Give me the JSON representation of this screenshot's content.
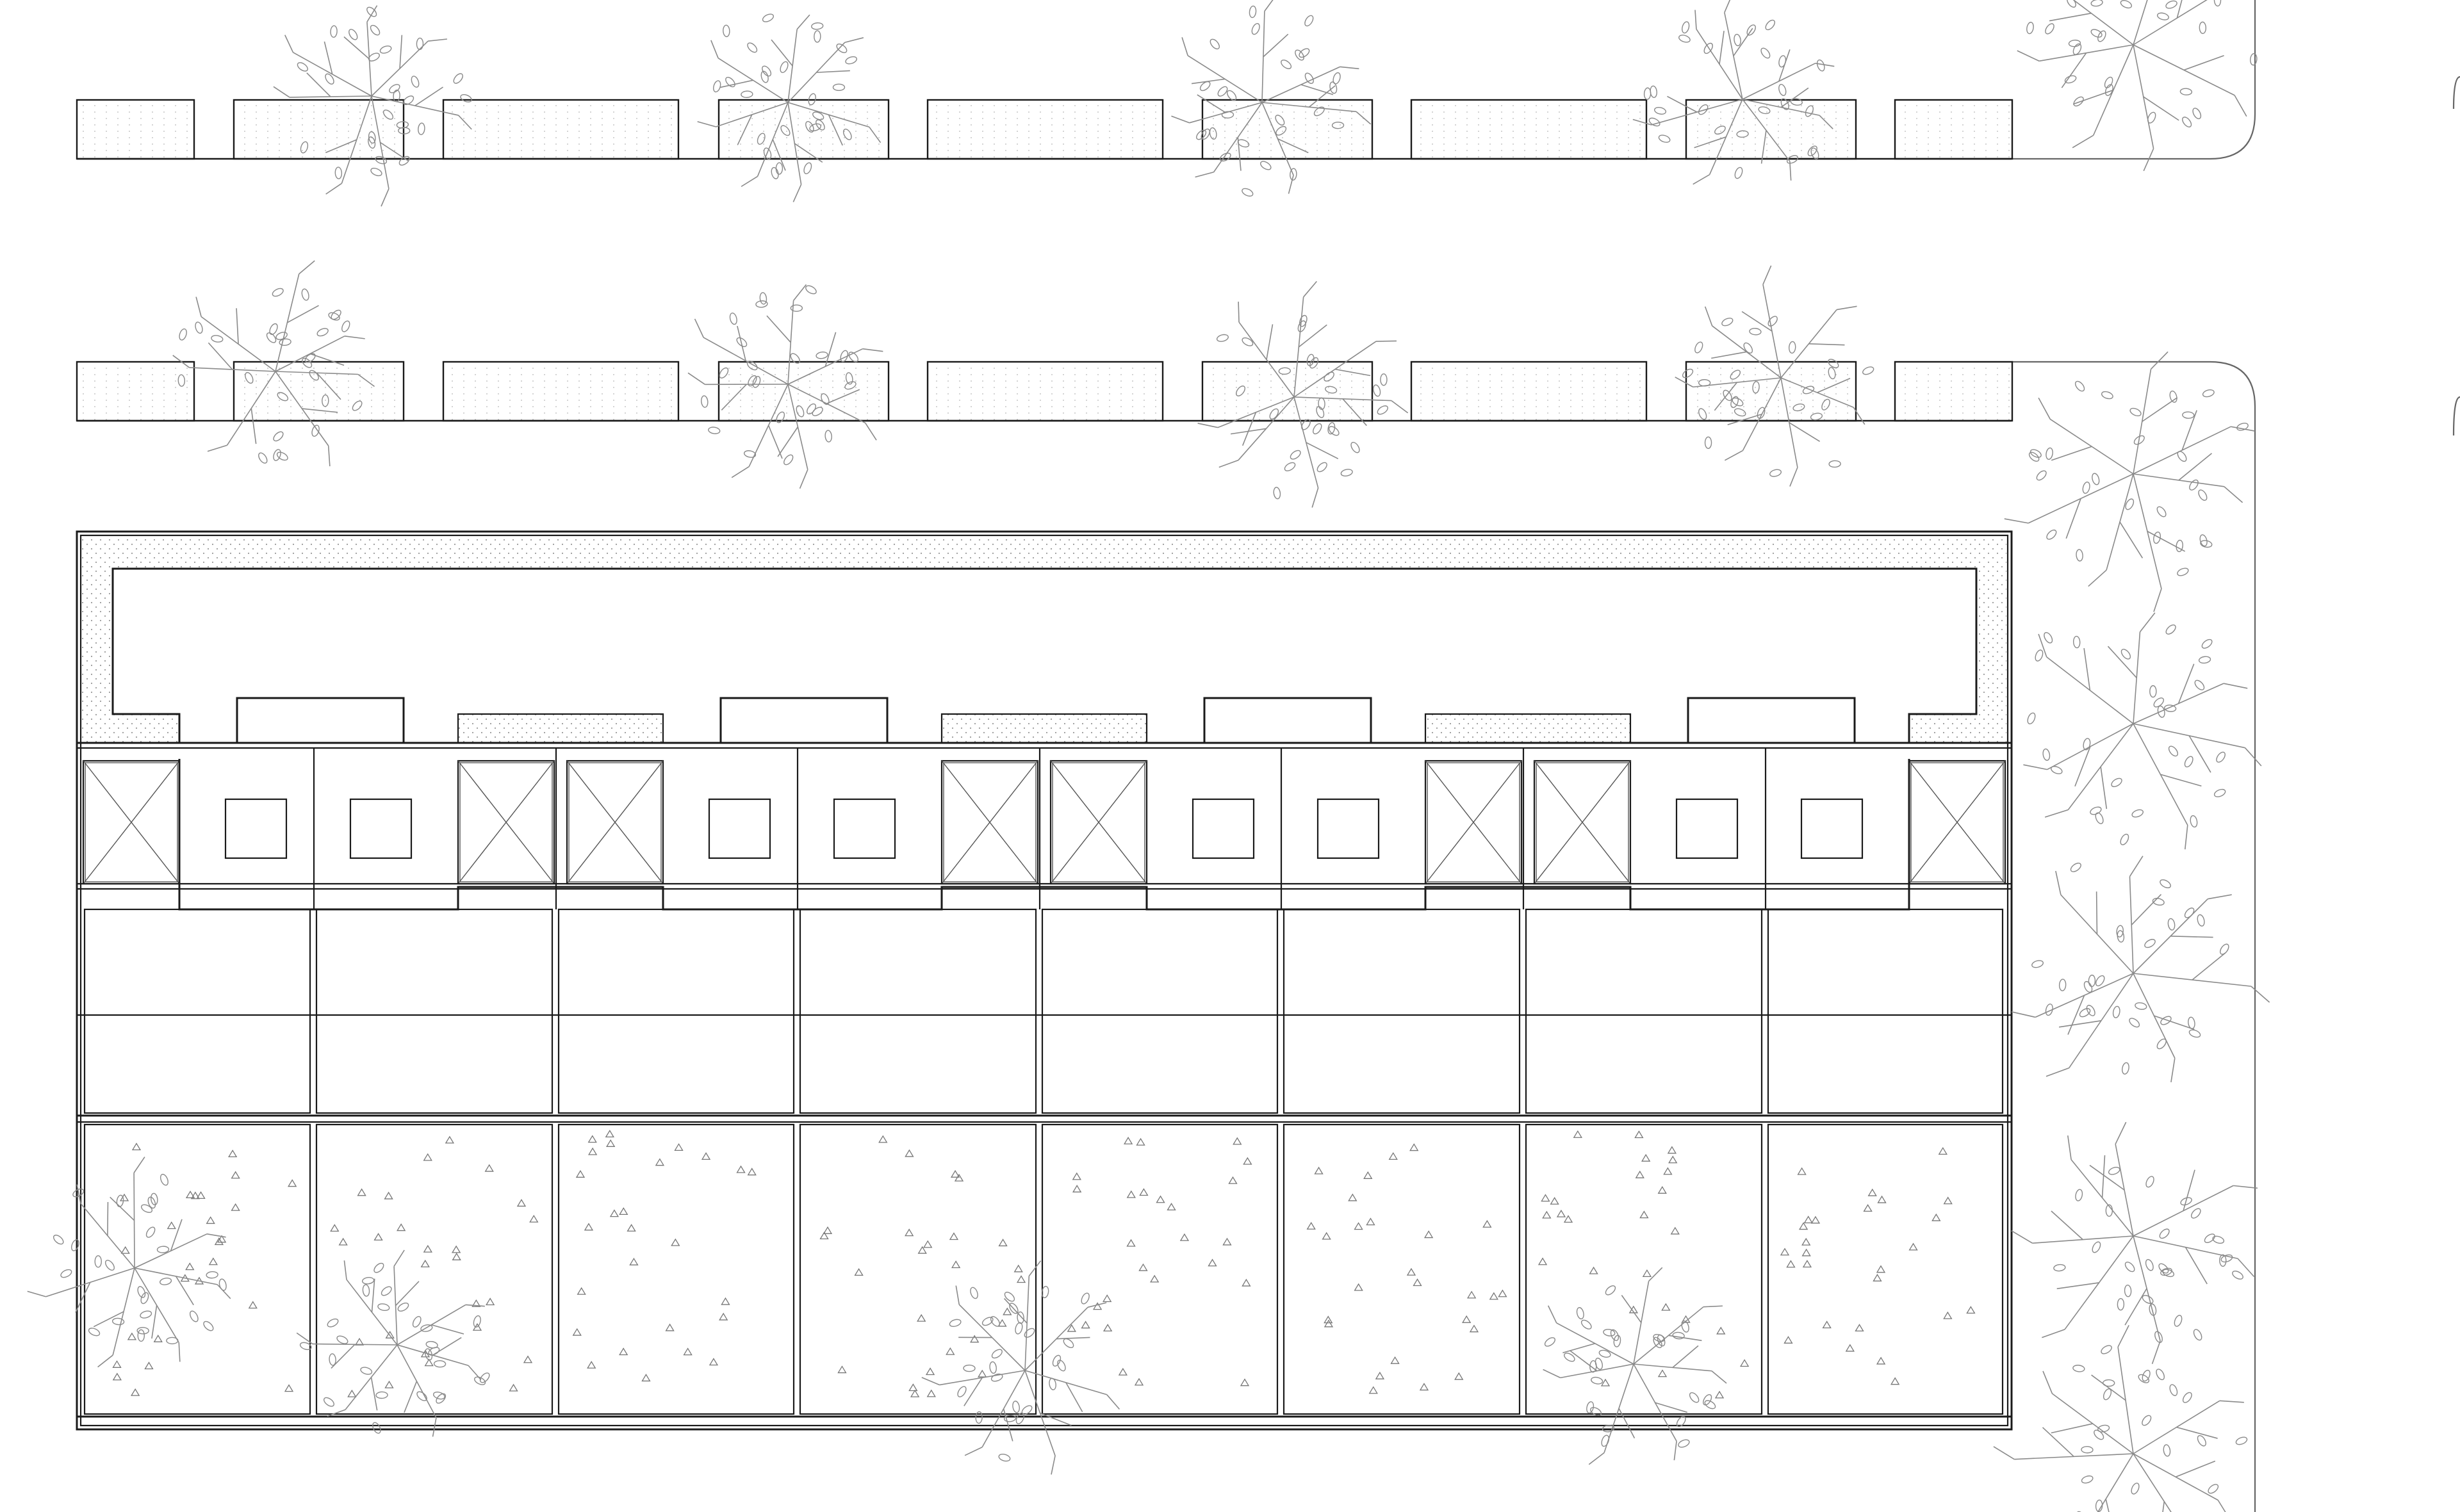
{
  "drawing": {
    "kind": "site-plan",
    "line_color": "#1a1a1a",
    "vegetation_color": "#8a8a8a",
    "hatch_color": "#9a9a9a",
    "background": "#ffffff",
    "parking_rows": [
      {
        "id": "north-row",
        "planter_count": 9,
        "tree_count": 4
      },
      {
        "id": "south-row",
        "planter_count": 9,
        "tree_count": 4
      }
    ],
    "building": {
      "unit_modules": 4,
      "stair_cores": 8,
      "lightwells": 8,
      "rooms_per_floor": 8,
      "courtyard_cells": 8
    },
    "roadside_tree_count": 6,
    "courtyard_tree_count": 4
  }
}
